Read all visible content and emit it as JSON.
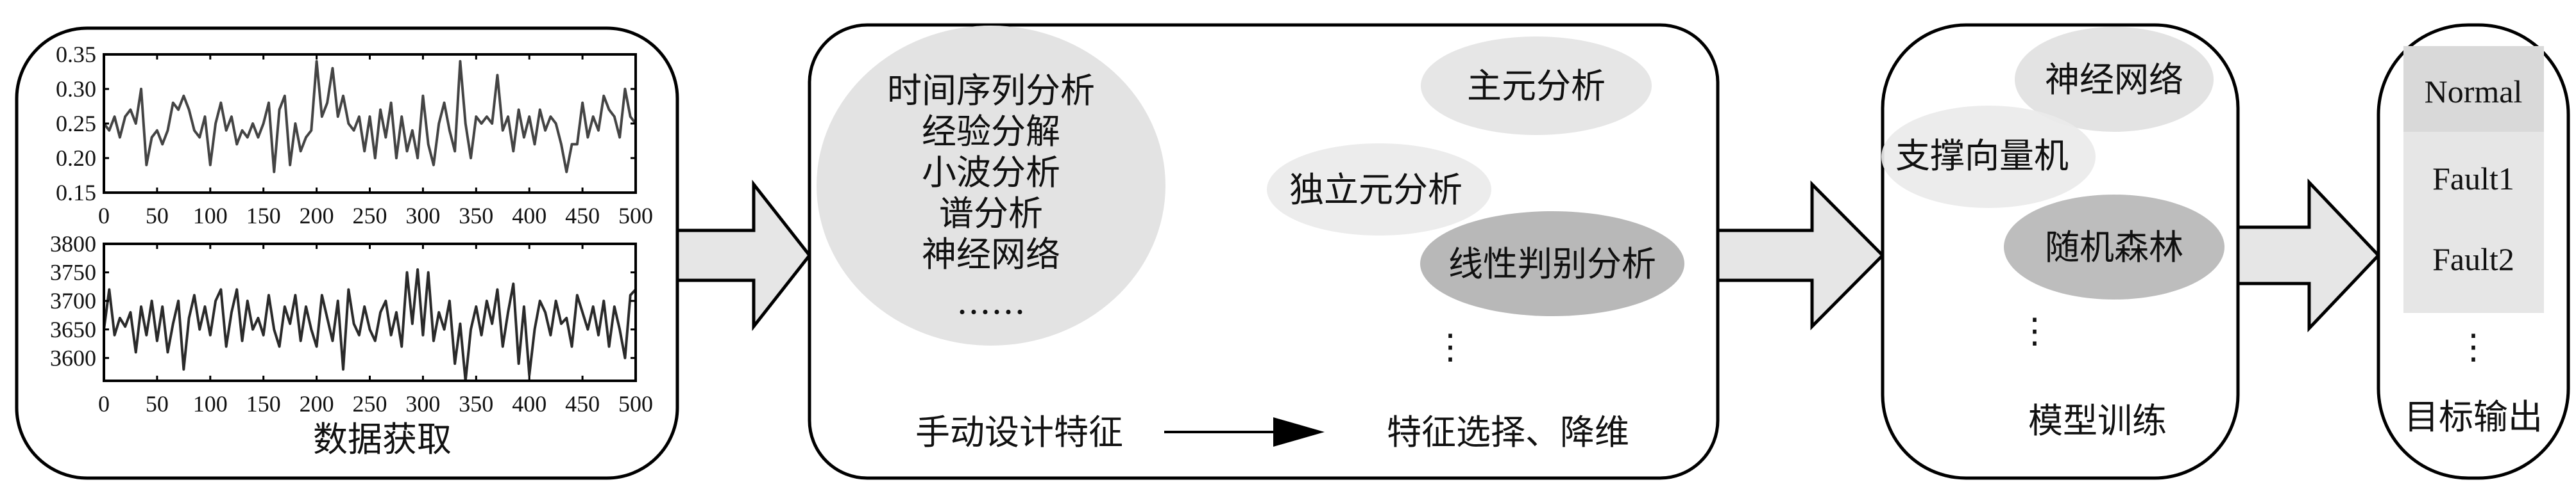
{
  "stage1": {
    "label": "数据获取",
    "chart_data": [
      {
        "type": "line",
        "xlim": [
          0,
          500
        ],
        "ylim": [
          0.15,
          0.35
        ],
        "xticks": [
          "0",
          "50",
          "100",
          "150",
          "200",
          "250",
          "300",
          "350",
          "400",
          "450",
          "500"
        ],
        "yticks": [
          "0.15",
          "0.20",
          "0.25",
          "0.30",
          "0.35"
        ],
        "x_step": 5,
        "values": [
          0.25,
          0.24,
          0.26,
          0.23,
          0.26,
          0.27,
          0.25,
          0.3,
          0.19,
          0.23,
          0.24,
          0.22,
          0.24,
          0.28,
          0.27,
          0.29,
          0.27,
          0.24,
          0.23,
          0.26,
          0.19,
          0.25,
          0.28,
          0.24,
          0.26,
          0.22,
          0.24,
          0.23,
          0.25,
          0.23,
          0.25,
          0.28,
          0.18,
          0.27,
          0.29,
          0.19,
          0.25,
          0.21,
          0.23,
          0.24,
          0.34,
          0.26,
          0.28,
          0.33,
          0.26,
          0.29,
          0.25,
          0.24,
          0.26,
          0.21,
          0.26,
          0.2,
          0.27,
          0.23,
          0.28,
          0.2,
          0.26,
          0.21,
          0.24,
          0.2,
          0.29,
          0.22,
          0.19,
          0.25,
          0.28,
          0.24,
          0.21,
          0.34,
          0.25,
          0.2,
          0.26,
          0.25,
          0.26,
          0.25,
          0.32,
          0.24,
          0.26,
          0.21,
          0.27,
          0.23,
          0.26,
          0.22,
          0.27,
          0.24,
          0.26,
          0.25,
          0.22,
          0.18,
          0.22,
          0.22,
          0.28,
          0.23,
          0.26,
          0.24,
          0.29,
          0.27,
          0.26,
          0.23,
          0.3,
          0.26,
          0.25
        ]
      },
      {
        "type": "line",
        "xlim": [
          0,
          500
        ],
        "ylim": [
          3560,
          3800
        ],
        "xticks": [
          "0",
          "50",
          "100",
          "150",
          "200",
          "250",
          "300",
          "350",
          "400",
          "450",
          "500"
        ],
        "yticks": [
          "3600",
          "3650",
          "3700",
          "3750",
          "3800"
        ],
        "x_step": 5,
        "values": [
          3650,
          3720,
          3640,
          3670,
          3655,
          3680,
          3610,
          3690,
          3640,
          3700,
          3630,
          3690,
          3610,
          3660,
          3700,
          3580,
          3670,
          3710,
          3650,
          3690,
          3640,
          3700,
          3720,
          3620,
          3680,
          3720,
          3630,
          3700,
          3650,
          3670,
          3640,
          3710,
          3650,
          3620,
          3690,
          3660,
          3710,
          3630,
          3690,
          3650,
          3620,
          3710,
          3670,
          3630,
          3700,
          3580,
          3720,
          3660,
          3640,
          3690,
          3650,
          3630,
          3680,
          3700,
          3640,
          3680,
          3620,
          3750,
          3660,
          3755,
          3640,
          3750,
          3630,
          3680,
          3650,
          3700,
          3590,
          3660,
          3560,
          3650,
          3690,
          3640,
          3700,
          3660,
          3720,
          3620,
          3680,
          3730,
          3590,
          3690,
          3570,
          3650,
          3700,
          3680,
          3640,
          3700,
          3660,
          3670,
          3620,
          3710,
          3680,
          3650,
          3690,
          3640,
          3700,
          3620,
          3690,
          3650,
          3600,
          3710,
          3720
        ]
      }
    ]
  },
  "stage2": {
    "methods": [
      "时间序列分析",
      "经验分解",
      "小波分析",
      "谱分析",
      "神经网络",
      "……"
    ],
    "selection": [
      "主元分析",
      "独立元分析",
      "线性判别分析"
    ],
    "ellipsis": "⋮",
    "manual_label": "手动设计特征",
    "selection_label": "特征选择、降维"
  },
  "stage3": {
    "models": [
      "神经网络",
      "支撑向量机",
      "随机森林"
    ],
    "ellipsis": "⋮",
    "label": "模型训练"
  },
  "stage4": {
    "outputs": [
      "Normal",
      "Fault1",
      "Fault2"
    ],
    "ellipsis": "⋮",
    "label": "目标输出"
  },
  "colors": {
    "light_gray": "#e6e6e6",
    "mid_gray": "#d9d9d9",
    "dark_gray": "#bdbdbd",
    "line": "#444444"
  }
}
